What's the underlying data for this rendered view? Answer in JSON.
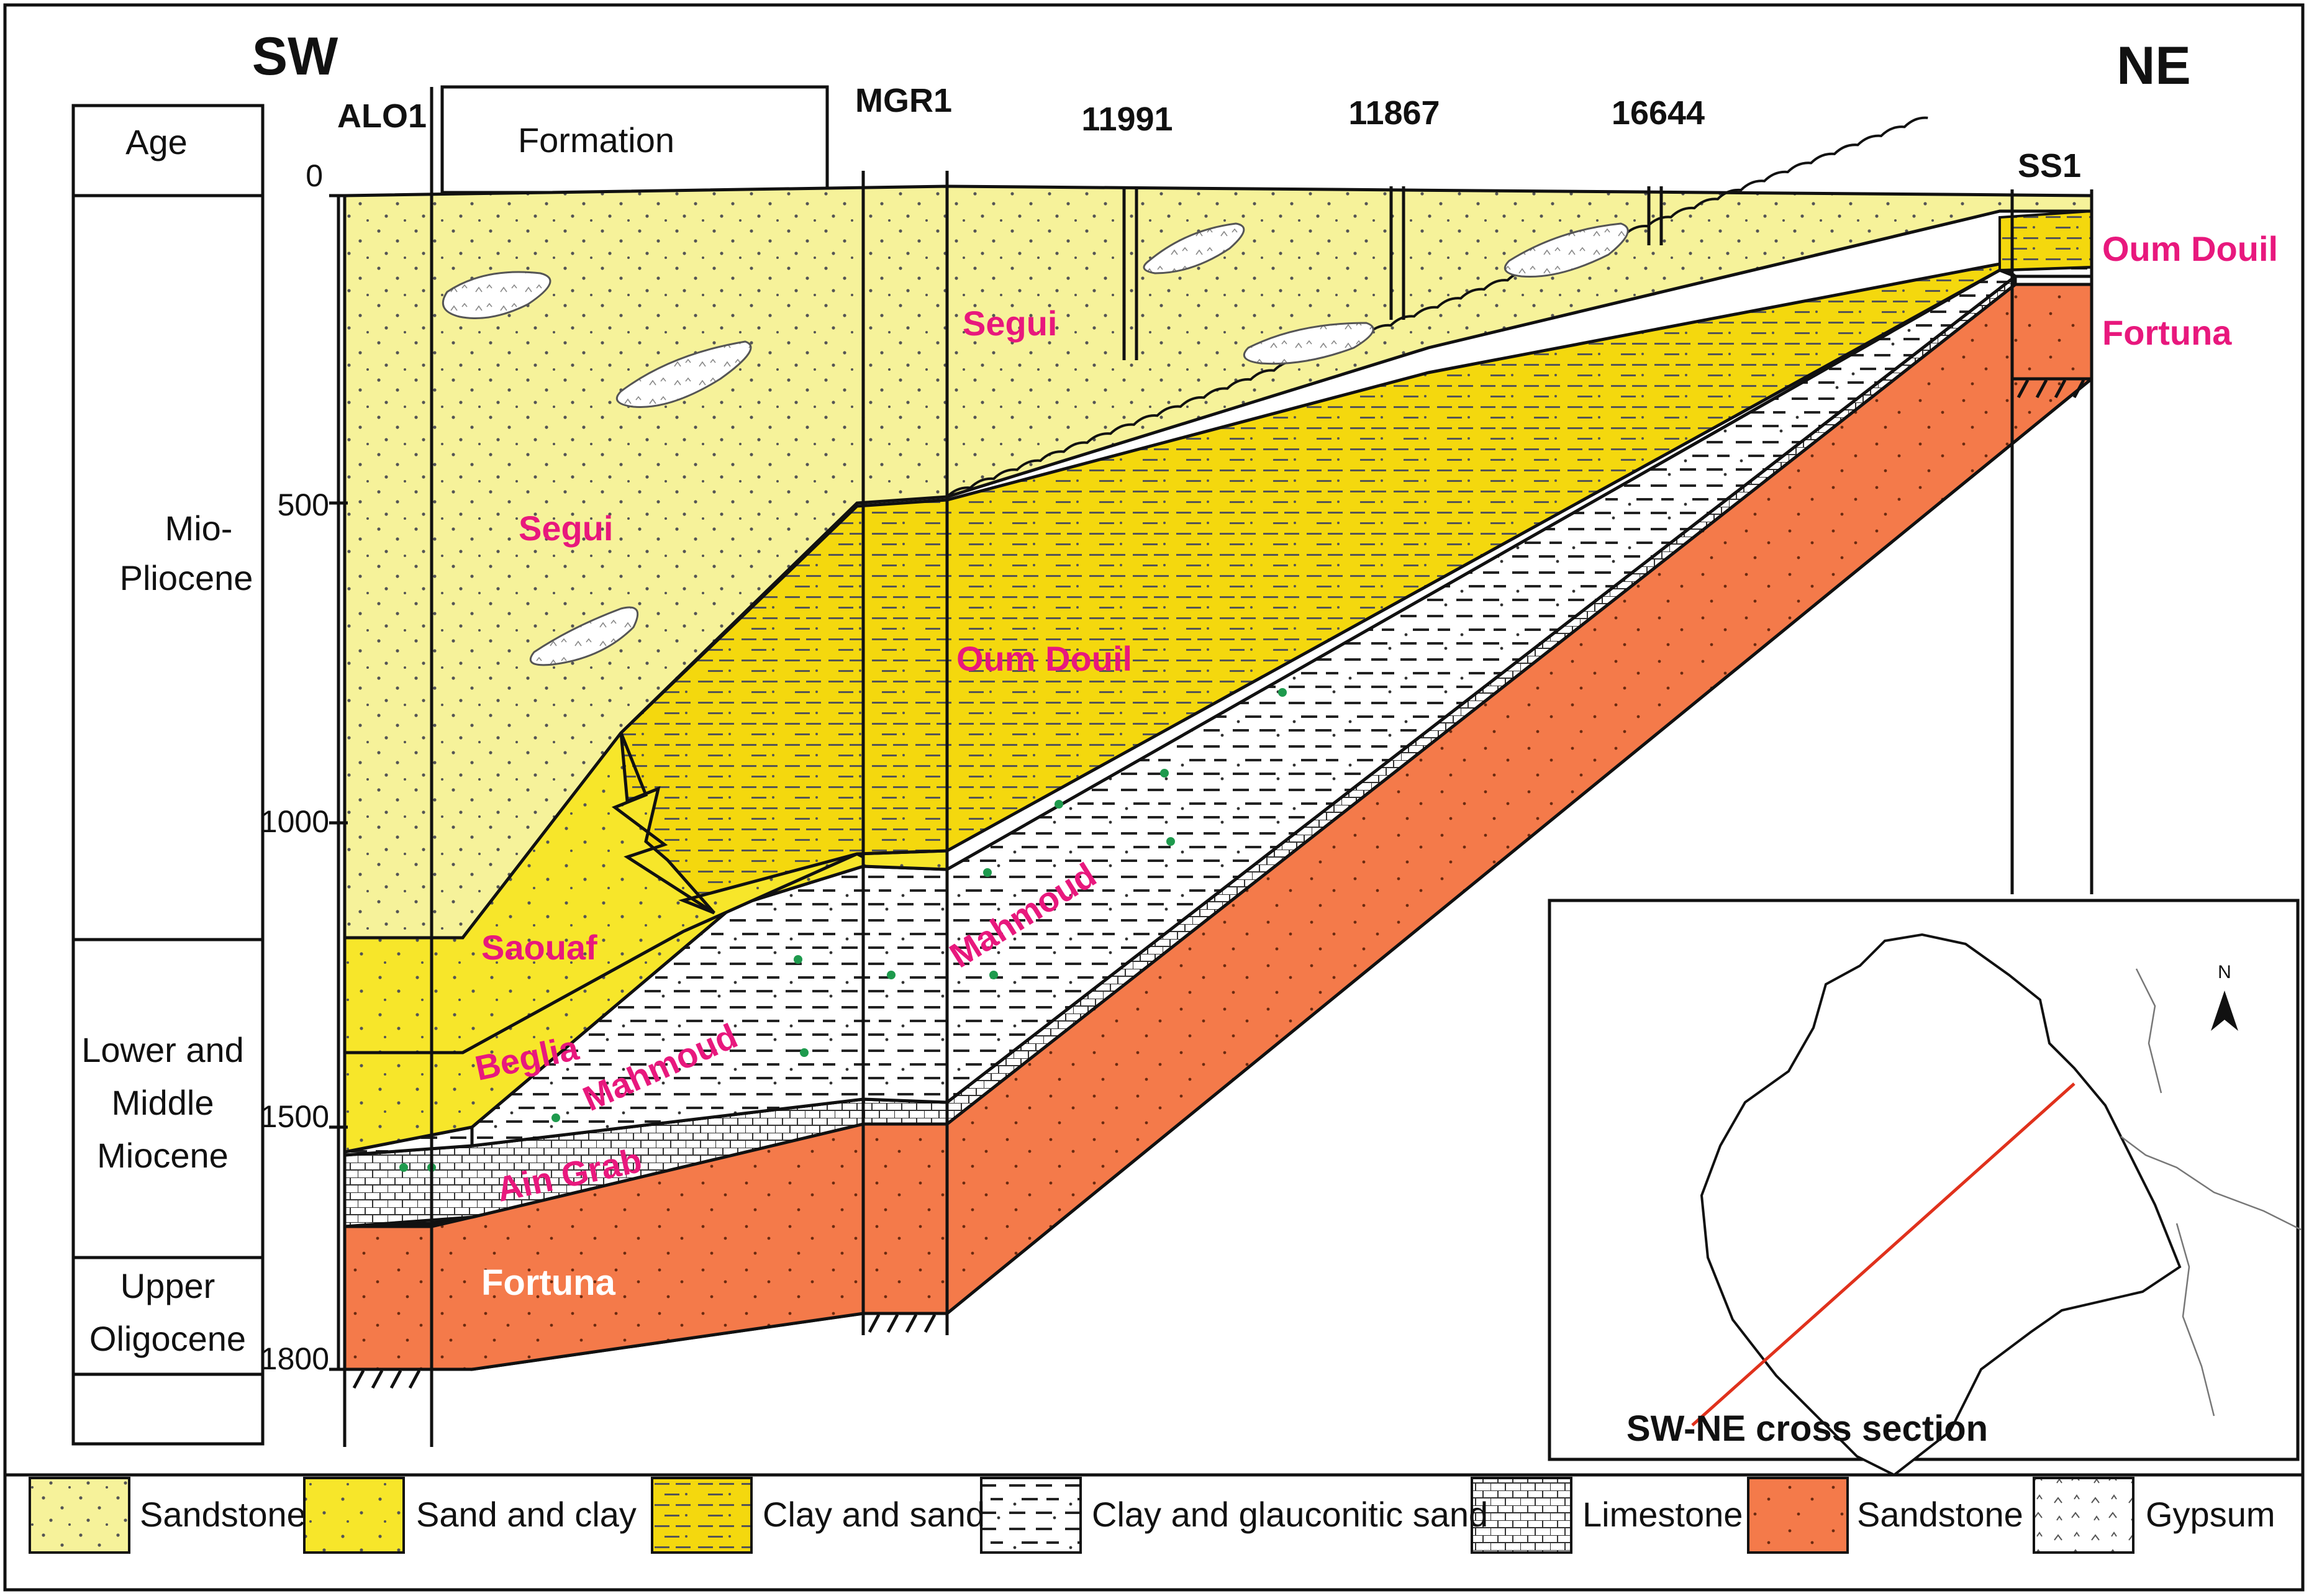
{
  "directions": {
    "sw": "SW",
    "ne": "NE"
  },
  "header": {
    "age": "Age",
    "formation": "Formation"
  },
  "wells": {
    "alo1": "ALO1",
    "mgr1": "MGR1",
    "w11991": "11991",
    "w11867": "11867",
    "w16644": "16644",
    "ss1": "SS1"
  },
  "depth_ticks": [
    "0",
    "500",
    "1000",
    "1500",
    "1800"
  ],
  "ages": {
    "mio_line1": "Mio-",
    "mio_line2": "Pliocene",
    "lm_line1": "Lower and",
    "lm_line2": "Middle",
    "lm_line3": "Miocene",
    "uo_line1": "Upper",
    "uo_line2": "Oligocene"
  },
  "formations": {
    "segui_alo1": "Segui",
    "segui_mgr1": "Segui",
    "oum_douil_center": "Oum Douil",
    "oum_douil_ss1": "Oum Douil",
    "fortuna_ss1": "Fortuna",
    "saouaf": "Saouaf",
    "beglia": "Beglia",
    "mahmoud_left": "Mahmoud",
    "mahmoud_center": "Mahmoud",
    "ain_grab": "Ain Grab",
    "fortuna_left": "Fortuna"
  },
  "inset": {
    "caption": "SW-NE cross section",
    "north": "N"
  },
  "legend": [
    {
      "label": "Sandstone",
      "pattern": "pale-sandstone"
    },
    {
      "label": "Sand and clay",
      "pattern": "sand-clay"
    },
    {
      "label": "Clay and sand",
      "pattern": "clay-sand"
    },
    {
      "label": "Clay and glauconitic  sand",
      "pattern": "glauconitic"
    },
    {
      "label": "Limestone",
      "pattern": "limestone"
    },
    {
      "label": "Sandstone",
      "pattern": "orange-sandstone"
    },
    {
      "label": "Gypsum",
      "pattern": "gypsum"
    }
  ],
  "colors": {
    "pale_yellow": "#f6f29a",
    "yellow": "#f7e62a",
    "orange": "#f47a4a",
    "label_pink": "#e8187d",
    "inset_line": "#e0311c"
  }
}
